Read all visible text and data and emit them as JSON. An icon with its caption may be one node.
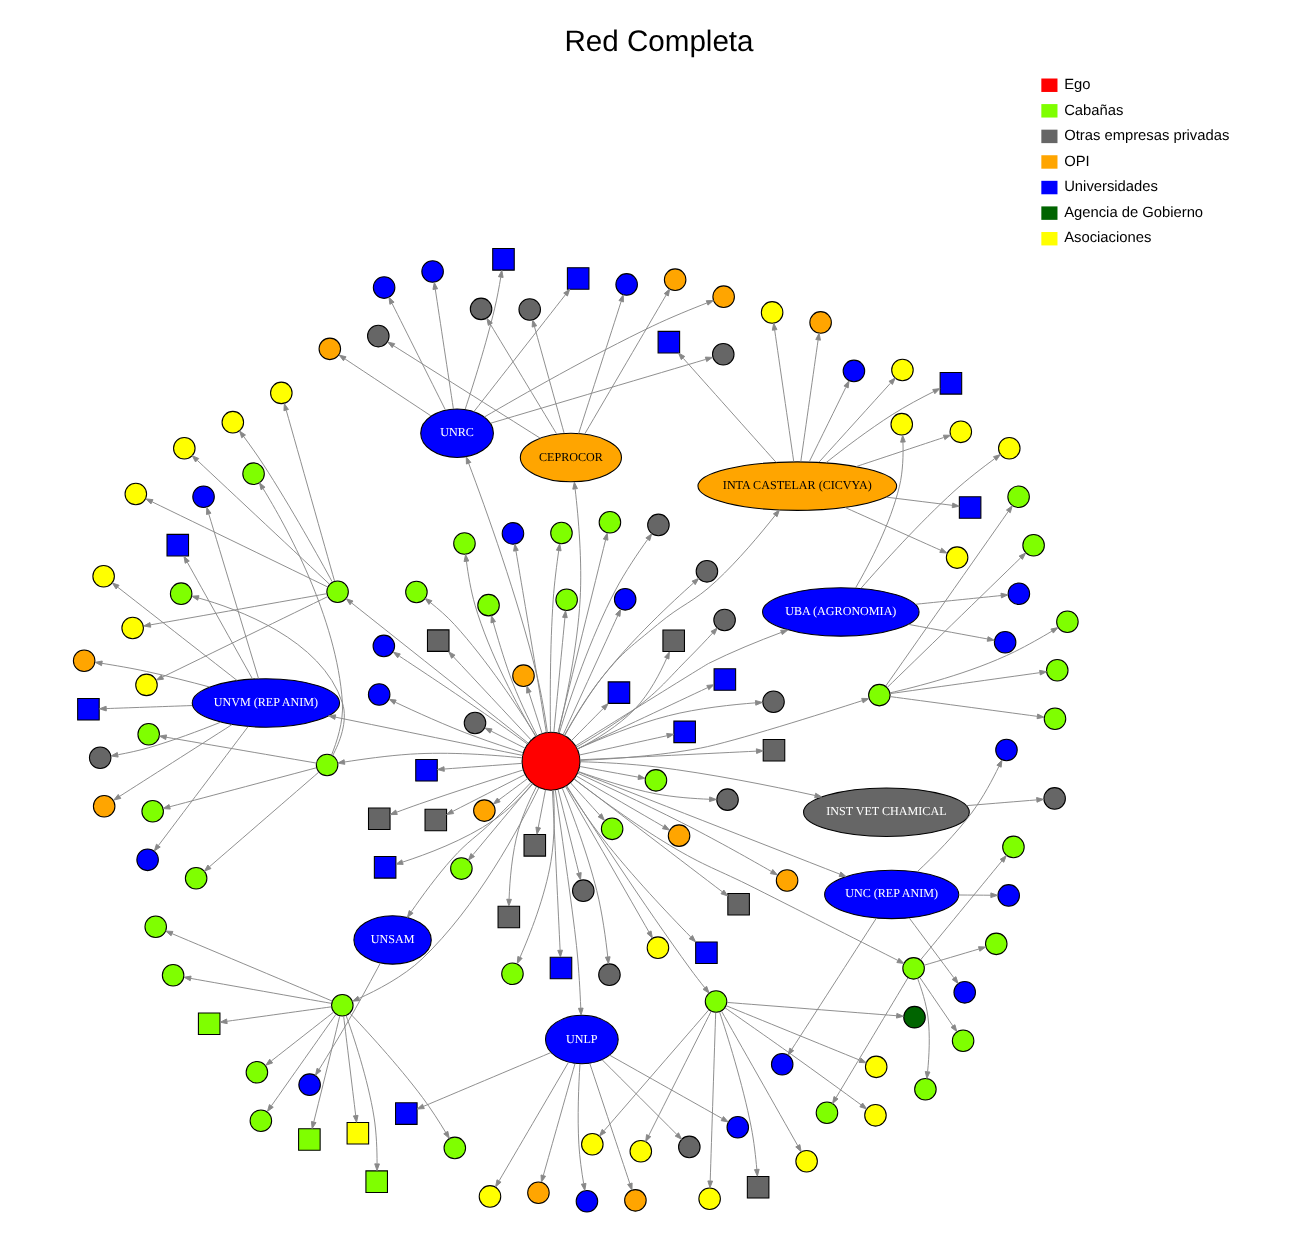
{
  "diagram": {
    "title": "Red Completa",
    "nodes": [
      {
        "text": [],
        "shape": "circle"
      },
      {
        "text": [
          "UNLP"
        ]
      },
      {
        "text": [
          "UNVM (REP ANIM)"
        ]
      },
      {
        "text": [
          "UNRC"
        ]
      },
      {
        "text": [
          "INTA CASTELAR (CICVYA)"
        ]
      },
      {
        "text": [
          "UNSAM"
        ]
      },
      {
        "text": [
          "UNC (REP ANIM)"
        ]
      },
      {
        "text": [
          "INST VET CHAMICAL"
        ]
      },
      {
        "text": [
          "UBA (AGRONOMIA)"
        ]
      },
      {
        "text": [
          "CEPROCOR"
        ]
      },
      {
        "text": [],
        "shape": "circle"
      },
      {
        "text": [],
        "shape": "circle"
      },
      {
        "text": [],
        "shape": "circle"
      },
      {
        "text": [],
        "shape": "circle"
      },
      {
        "text": [],
        "shape": "circle"
      },
      {
        "text": [],
        "shape": "circle"
      },
      {
        "text": [],
        "shape": "circle"
      },
      {
        "text": [],
        "shape": "circle"
      },
      {
        "text": [],
        "shape": "circle"
      },
      {
        "text": [],
        "shape": "circle"
      },
      {
        "text": [],
        "shape": "circle"
      },
      {
        "text": [],
        "shape": "circle"
      },
      {
        "text": [],
        "shape": "circle"
      },
      {
        "text": [],
        "shape": "circle"
      },
      {
        "text": [],
        "shape": "circle"
      },
      {
        "text": [],
        "shape": "circle"
      },
      {
        "text": [],
        "shape": "circle"
      },
      {
        "text": [],
        "shape": "circle"
      },
      {
        "text": [],
        "shape": "circle"
      },
      {
        "text": [],
        "shape": "circle"
      },
      {
        "text": [],
        "shape": "circle"
      },
      {
        "text": [],
        "shape": "circle"
      },
      {
        "text": [],
        "shape": "circle"
      },
      {
        "text": [],
        "shape": "circle"
      },
      {
        "text": [],
        "shape": "circle"
      },
      {
        "text": [],
        "shape": "circle"
      },
      {
        "text": [],
        "shape": "circle"
      },
      {
        "text": [],
        "shape": "circle"
      },
      {
        "text": [],
        "shape": "circle"
      },
      {
        "text": [],
        "shape": "circle"
      },
      {
        "text": [],
        "shape": "circle"
      },
      {
        "text": [],
        "shape": "circle"
      },
      {
        "text": [],
        "shape": "circle"
      },
      {
        "text": [],
        "shape": "circle"
      },
      {
        "text": [],
        "shape": "circle"
      },
      {
        "text": [],
        "shape": "circle"
      },
      {
        "text": [],
        "shape": "circle"
      },
      {
        "text": [],
        "shape": "circle"
      },
      {
        "text": [],
        "shape": "circle"
      },
      {
        "text": [],
        "shape": "circle"
      },
      {
        "text": [],
        "shape": "circle"
      },
      {
        "text": [],
        "shape": "circle"
      },
      {
        "text": [],
        "shape": "circle"
      },
      {
        "text": [],
        "shape": "circle"
      },
      {
        "text": [],
        "shape": "circle"
      },
      {
        "text": [],
        "shape": "circle"
      },
      {
        "text": [],
        "shape": "circle"
      },
      {
        "text": [],
        "shape": "circle"
      },
      {
        "text": [],
        "shape": "box"
      },
      {
        "text": [],
        "shape": "box"
      },
      {
        "text": [],
        "shape": "box"
      },
      {
        "text": [],
        "shape": "box"
      },
      {
        "text": [],
        "shape": "box"
      },
      {
        "text": [],
        "shape": "box"
      },
      {
        "text": [],
        "shape": "box"
      },
      {
        "text": [],
        "shape": "box"
      },
      {
        "text": [],
        "shape": "box"
      },
      {
        "text": [],
        "shape": "box"
      },
      {
        "text": [],
        "shape": "box"
      },
      {
        "text": [],
        "shape": "box"
      },
      {
        "text": [],
        "shape": "box"
      },
      {
        "text": [],
        "shape": "box"
      },
      {
        "text": [],
        "shape": "box"
      },
      {
        "text": [],
        "shape": "box"
      },
      {
        "text": [],
        "shape": "box"
      },
      {
        "text": [],
        "shape": "box"
      },
      {
        "text": [],
        "shape": "box"
      },
      {
        "text": [],
        "shape": "box"
      },
      {
        "text": [],
        "shape": "box"
      },
      {
        "text": [],
        "shape": "box"
      },
      {
        "text": [],
        "shape": "box"
      },
      {
        "text": [],
        "shape": "circle"
      },
      {
        "text": [],
        "shape": "circle"
      },
      {
        "text": [],
        "shape": "circle"
      },
      {
        "text": [],
        "shape": "circle"
      },
      {
        "text": [],
        "shape": "circle"
      },
      {
        "text": [],
        "shape": "circle"
      },
      {
        "text": [],
        "shape": "circle"
      },
      {
        "text": [],
        "shape": "circle"
      },
      {
        "text": [],
        "shape": "circle"
      },
      {
        "text": [],
        "shape": "circle"
      },
      {
        "text": [],
        "shape": "circle"
      },
      {
        "text": [],
        "shape": "circle"
      },
      {
        "text": [],
        "shape": "circle"
      },
      {
        "text": [],
        "shape": "circle"
      },
      {
        "text": [],
        "shape": "circle"
      },
      {
        "text": [],
        "shape": "circle"
      },
      {
        "text": [],
        "shape": "circle"
      },
      {
        "text": [],
        "shape": "circle"
      },
      {
        "text": [],
        "shape": "circle"
      },
      {
        "text": [],
        "shape": "circle"
      },
      {
        "text": [],
        "shape": "circle"
      },
      {
        "text": [],
        "shape": "circle"
      },
      {
        "text": [],
        "shape": "circle"
      },
      {
        "text": [],
        "shape": "circle"
      },
      {
        "text": [],
        "shape": "circle"
      },
      {
        "text": [],
        "shape": "circle"
      },
      {
        "text": [],
        "shape": "circle"
      },
      {
        "text": [],
        "shape": "circle"
      },
      {
        "text": [],
        "shape": "circle"
      },
      {
        "text": [],
        "shape": "circle"
      },
      {
        "text": [],
        "shape": "circle"
      },
      {
        "text": [],
        "shape": "circle"
      },
      {
        "text": [],
        "shape": "circle"
      },
      {
        "text": [],
        "shape": "circle"
      },
      {
        "text": [],
        "shape": "circle"
      },
      {
        "text": [],
        "shape": "circle"
      },
      {
        "text": [],
        "shape": "circle"
      },
      {
        "text": [],
        "shape": "circle"
      },
      {
        "text": [],
        "shape": "circle"
      },
      {
        "text": [],
        "shape": "circle"
      },
      {
        "text": [],
        "shape": "circle"
      },
      {
        "text": [],
        "shape": "circle"
      },
      {
        "text": [],
        "shape": "circle"
      },
      {
        "text": [],
        "shape": "circle"
      },
      {
        "text": [],
        "shape": "circle"
      },
      {
        "text": [],
        "shape": "circle"
      },
      {
        "text": [],
        "shape": "circle"
      },
      {
        "text": [],
        "shape": "circle"
      },
      {
        "text": [],
        "shape": "circle"
      },
      {
        "text": [],
        "shape": "circle"
      },
      {
        "text": [],
        "shape": "circle"
      },
      {
        "text": [],
        "shape": "circle"
      },
      {
        "text": [],
        "shape": "circle"
      },
      {
        "text": [],
        "shape": "circle"
      },
      {
        "text": [],
        "shape": "circle"
      },
      {
        "text": [],
        "shape": "box"
      },
      {
        "text": [],
        "shape": "box"
      },
      {
        "text": [],
        "shape": "box"
      },
      {
        "text": [],
        "shape": "box"
      },
      {
        "text": [],
        "shape": "circle"
      },
      {
        "text": [],
        "shape": "box"
      }
    ],
    "edges": [
      {
        "from": 0,
        "to": 1,
        "arrow": "to"
      },
      {
        "from": 0,
        "to": 2,
        "arrow": "to"
      },
      {
        "from": 0,
        "to": 3,
        "arrow": "to"
      },
      {
        "from": 0,
        "to": 4,
        "arrow": "to"
      },
      {
        "from": 0,
        "to": 5,
        "arrow": "to"
      },
      {
        "from": 0,
        "to": 6,
        "arrow": "to"
      },
      {
        "from": 0,
        "to": 7,
        "arrow": "to"
      },
      {
        "from": 0,
        "to": 8,
        "arrow": "to"
      },
      {
        "from": 0,
        "to": 9,
        "arrow": "to"
      },
      {
        "from": 0,
        "to": 10,
        "arrow": "to"
      },
      {
        "from": 0,
        "to": 11,
        "arrow": "to"
      },
      {
        "from": 0,
        "to": 12,
        "arrow": "to"
      },
      {
        "from": 0,
        "to": 13,
        "arrow": "to"
      },
      {
        "from": 0,
        "to": 14,
        "arrow": "to"
      },
      {
        "from": 0,
        "to": 15,
        "arrow": "to"
      },
      {
        "from": 1,
        "to": 16,
        "arrow": "to"
      },
      {
        "from": 2,
        "to": 17,
        "arrow": "to"
      },
      {
        "from": 3,
        "to": 18,
        "arrow": "to"
      },
      {
        "from": 4,
        "to": 19,
        "arrow": "to"
      },
      {
        "from": 1,
        "to": 20,
        "arrow": "to"
      },
      {
        "from": 2,
        "to": 21,
        "arrow": "to"
      },
      {
        "from": 3,
        "to": 22,
        "arrow": "to"
      },
      {
        "from": 9,
        "to": 23,
        "arrow": "to"
      },
      {
        "from": 0,
        "to": 24,
        "arrow": "to"
      },
      {
        "from": 1,
        "to": 25,
        "arrow": "to"
      },
      {
        "from": 2,
        "to": 26,
        "arrow": "to"
      },
      {
        "from": 3,
        "to": 27,
        "arrow": "to"
      },
      {
        "from": 5,
        "to": 28,
        "arrow": "to"
      },
      {
        "from": 6,
        "to": 29,
        "arrow": "to"
      },
      {
        "from": 0,
        "to": 30,
        "arrow": "to"
      },
      {
        "from": 1,
        "to": 31,
        "arrow": "to"
      },
      {
        "from": 2,
        "to": 32,
        "arrow": "to"
      },
      {
        "from": 3,
        "to": 33,
        "arrow": "to"
      },
      {
        "from": 8,
        "to": 34,
        "arrow": "to"
      },
      {
        "from": 8,
        "to": 35,
        "arrow": "to"
      },
      {
        "from": 4,
        "to": 36,
        "arrow": "to"
      },
      {
        "from": 9,
        "to": 37,
        "arrow": "to"
      },
      {
        "from": 0,
        "to": 38,
        "arrow": "to"
      },
      {
        "from": 0,
        "to": 39,
        "arrow": "to"
      },
      {
        "from": 9,
        "to": 40,
        "arrow": "to"
      },
      {
        "from": 9,
        "to": 41,
        "arrow": "to"
      },
      {
        "from": 9,
        "to": 42,
        "arrow": "to"
      },
      {
        "from": 0,
        "to": 43,
        "arrow": "to"
      },
      {
        "from": 1,
        "to": 44,
        "arrow": "to"
      },
      {
        "from": 2,
        "to": 45,
        "arrow": "to"
      },
      {
        "from": 3,
        "to": 46,
        "arrow": "to"
      },
      {
        "from": 0,
        "to": 47,
        "arrow": "to"
      },
      {
        "from": 7,
        "to": 48,
        "arrow": "to"
      },
      {
        "from": 4,
        "to": 49,
        "arrow": "to"
      },
      {
        "from": 4,
        "to": 50,
        "arrow": "to"
      },
      {
        "from": 4,
        "to": 51,
        "arrow": "to"
      },
      {
        "from": 8,
        "to": 52,
        "arrow": "to"
      },
      {
        "from": 8,
        "to": 53,
        "arrow": "to"
      },
      {
        "from": 4,
        "to": 54,
        "arrow": "to"
      },
      {
        "from": 0,
        "to": 55,
        "arrow": "to"
      },
      {
        "from": 1,
        "to": 56,
        "arrow": "to"
      },
      {
        "from": 2,
        "to": 57,
        "arrow": "to"
      },
      {
        "from": 0,
        "to": 58,
        "arrow": "to"
      },
      {
        "from": 1,
        "to": 59,
        "arrow": "to"
      },
      {
        "from": 2,
        "to": 60,
        "arrow": "to"
      },
      {
        "from": 3,
        "to": 61,
        "arrow": "to"
      },
      {
        "from": 0,
        "to": 62,
        "arrow": "to"
      },
      {
        "from": 4,
        "to": 63,
        "arrow": "to"
      },
      {
        "from": 4,
        "to": 64,
        "arrow": "to"
      },
      {
        "from": 4,
        "to": 65,
        "arrow": "to"
      },
      {
        "from": 0,
        "to": 66,
        "arrow": "to"
      },
      {
        "from": 0,
        "to": 67,
        "arrow": "to"
      },
      {
        "from": 0,
        "to": 68,
        "arrow": "to"
      },
      {
        "from": 0,
        "to": 69,
        "arrow": "to"
      },
      {
        "from": 0,
        "to": 70,
        "arrow": "to"
      },
      {
        "from": 3,
        "to": 71,
        "arrow": "to"
      },
      {
        "from": 2,
        "to": 72,
        "arrow": "to"
      },
      {
        "from": 0,
        "to": 73,
        "arrow": "to"
      },
      {
        "from": 0,
        "to": 74,
        "arrow": "to"
      },
      {
        "from": 0,
        "to": 75,
        "arrow": "to"
      },
      {
        "from": 0,
        "to": 76,
        "arrow": "to"
      },
      {
        "from": 0,
        "to": 77,
        "arrow": "to"
      },
      {
        "from": 0,
        "to": 78,
        "arrow": "to"
      },
      {
        "from": 0,
        "to": 79,
        "arrow": "to"
      },
      {
        "from": 0,
        "to": 80,
        "arrow": "to"
      },
      {
        "from": 0,
        "to": 81,
        "arrow": "to"
      },
      {
        "from": 0,
        "to": 82,
        "arrow": "to"
      },
      {
        "from": 0,
        "to": 83,
        "arrow": "to"
      },
      {
        "from": 0,
        "to": 84,
        "arrow": "to"
      },
      {
        "from": 0,
        "to": 85,
        "arrow": "to"
      },
      {
        "from": 0,
        "to": 86,
        "arrow": "to"
      },
      {
        "from": 0,
        "to": 87,
        "arrow": "to"
      },
      {
        "from": 0,
        "to": 88,
        "arrow": "to"
      },
      {
        "from": 0,
        "to": 89,
        "arrow": "to"
      },
      {
        "from": 0,
        "to": 90,
        "arrow": "to"
      },
      {
        "from": 10,
        "to": 91,
        "arrow": "to"
      },
      {
        "from": 10,
        "to": 92,
        "arrow": "to"
      },
      {
        "from": 10,
        "to": 93,
        "arrow": "to"
      },
      {
        "from": 10,
        "to": 94,
        "arrow": "to"
      },
      {
        "from": 10,
        "to": 95,
        "arrow": "to"
      },
      {
        "from": 11,
        "to": 96,
        "arrow": "to"
      },
      {
        "from": 11,
        "to": 97,
        "arrow": "to"
      },
      {
        "from": 11,
        "to": 98,
        "arrow": "to"
      },
      {
        "from": 11,
        "to": 99,
        "arrow": "to"
      },
      {
        "from": 11,
        "to": 100,
        "arrow": "to"
      },
      {
        "from": 12,
        "to": 101,
        "arrow": "to"
      },
      {
        "from": 12,
        "to": 102,
        "arrow": "to"
      },
      {
        "from": 12,
        "to": 103,
        "arrow": "to"
      },
      {
        "from": 12,
        "to": 104,
        "arrow": "to"
      },
      {
        "from": 12,
        "to": 105,
        "arrow": "to"
      },
      {
        "from": 13,
        "to": 106,
        "arrow": "to"
      },
      {
        "from": 13,
        "to": 107,
        "arrow": "to"
      },
      {
        "from": 13,
        "to": 108,
        "arrow": "to"
      },
      {
        "from": 13,
        "to": 109,
        "arrow": "to"
      },
      {
        "from": 13,
        "to": 110,
        "arrow": "to"
      },
      {
        "from": 14,
        "to": 111,
        "arrow": "to"
      },
      {
        "from": 14,
        "to": 112,
        "arrow": "to"
      },
      {
        "from": 14,
        "to": 113,
        "arrow": "to"
      },
      {
        "from": 14,
        "to": 114,
        "arrow": "to"
      },
      {
        "from": 14,
        "to": 115,
        "arrow": "to"
      },
      {
        "from": 14,
        "to": 116,
        "arrow": "to"
      },
      {
        "from": 15,
        "to": 117,
        "arrow": "to"
      },
      {
        "from": 15,
        "to": 118,
        "arrow": "to"
      },
      {
        "from": 15,
        "to": 119,
        "arrow": "to"
      },
      {
        "from": 15,
        "to": 120,
        "arrow": "to"
      },
      {
        "from": 15,
        "to": 121,
        "arrow": "to"
      },
      {
        "from": 15,
        "to": 122,
        "arrow": "to"
      },
      {
        "from": 0,
        "to": 123,
        "arrow": "to"
      },
      {
        "from": 0,
        "to": 124,
        "arrow": "to"
      },
      {
        "from": 0,
        "to": 125,
        "arrow": "to"
      },
      {
        "from": 0,
        "to": 126,
        "arrow": "to"
      },
      {
        "from": 0,
        "to": 127,
        "arrow": "to"
      },
      {
        "from": 0,
        "to": 128,
        "arrow": "to"
      },
      {
        "from": 0,
        "to": 129,
        "arrow": "to"
      },
      {
        "from": 0,
        "to": 130,
        "arrow": "to"
      },
      {
        "from": 0,
        "to": 131,
        "arrow": "to"
      },
      {
        "from": 0,
        "to": 132,
        "arrow": "to"
      },
      {
        "from": 6,
        "to": 133,
        "arrow": "to"
      },
      {
        "from": 6,
        "to": 134,
        "arrow": "to"
      },
      {
        "from": 6,
        "to": 135,
        "arrow": "to"
      },
      {
        "from": 12,
        "to": 136,
        "arrow": "to"
      },
      {
        "from": 12,
        "to": 137,
        "arrow": "to"
      },
      {
        "from": 12,
        "to": 138,
        "arrow": "to"
      },
      {
        "from": 12,
        "to": 139,
        "arrow": "to"
      },
      {
        "from": 15,
        "to": 140,
        "arrow": "to"
      },
      {
        "from": 15,
        "to": 141,
        "arrow": "to"
      }
    ],
    "legend": [
      {
        "text": "Ego",
        "color": "#ff0000"
      },
      {
        "text": "Cabañas",
        "color": "#7fff00"
      },
      {
        "text": "Otras empresas privadas",
        "color": "#666666"
      },
      {
        "text": "OPI",
        "color": "#ffa500"
      },
      {
        "text": "Universidades",
        "color": "#0000ff"
      },
      {
        "text": "Agencia de Gobierno",
        "color": "#006400"
      },
      {
        "text": "Asociaciones",
        "color": "#ffff00"
      }
    ]
  }
}
